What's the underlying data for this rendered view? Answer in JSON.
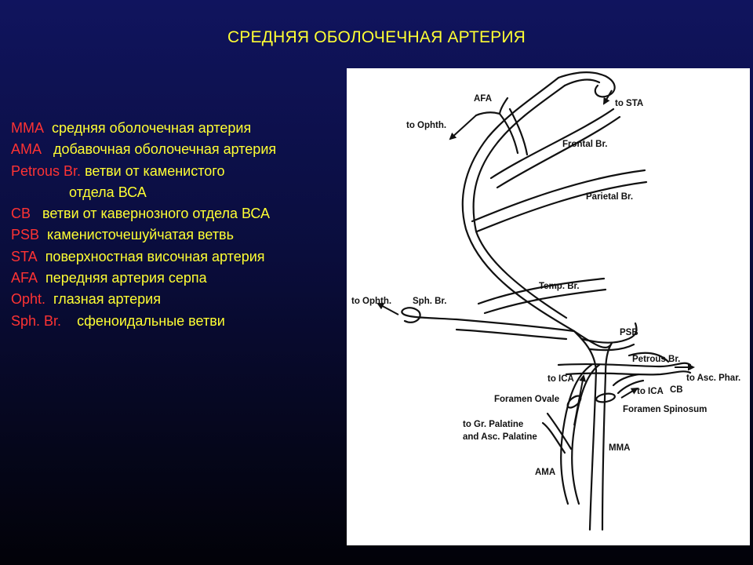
{
  "title": "СРЕДНЯЯ ОБОЛОЧЕЧНАЯ АРТЕРИЯ",
  "legend": [
    {
      "abbr": "MMA",
      "text": "средняя оболочечная артерия"
    },
    {
      "abbr": "AMA",
      "text": "добавочная оболочечная артерия"
    },
    {
      "abbr": "Petrous Br.",
      "text": "ветви от каменистого"
    },
    {
      "abbr": "",
      "text": "отдела ВСА"
    },
    {
      "abbr": "CB",
      "text": "ветви от кавернозного отдела ВСА"
    },
    {
      "abbr": "PSB",
      "text": "каменисточешуйчатая ветвь"
    },
    {
      "abbr": "STA",
      "text": "поверхностная височная артерия"
    },
    {
      "abbr": "AFA",
      "text": "передняя артерия серпа"
    },
    {
      "abbr": "Opht.",
      "text": "глазная артерия"
    },
    {
      "abbr": "Sph. Br.",
      "text": "сфеноидальные ветви"
    }
  ],
  "diagram_labels": {
    "afa": "AFA",
    "to_sta": "to STA",
    "to_ophth_top": "to Ophth.",
    "frontal": "Frontal Br.",
    "parietal": "Parietal Br.",
    "temp": "Temp. Br.",
    "to_ophth_mid": "to Ophth.",
    "sph": "Sph. Br.",
    "psb": "PSB",
    "petrous": "Petrous Br.",
    "to_asc_phar": "to Asc. Phar.",
    "to_ica_left": "to ICA",
    "to_ica_right": "to ICA",
    "cb": "CB",
    "foramen_ovale": "Foramen Ovale",
    "foramen_spinosum": "Foramen Spinosum",
    "to_gr_palatine": "to Gr. Palatine",
    "and_asc_palatine": "and Asc. Palatine",
    "mma": "MMA",
    "ama": "AMA"
  },
  "colors": {
    "title": "#ffff33",
    "abbr": "#ff3333",
    "text": "#ffff33",
    "panel": "#ffffff"
  }
}
